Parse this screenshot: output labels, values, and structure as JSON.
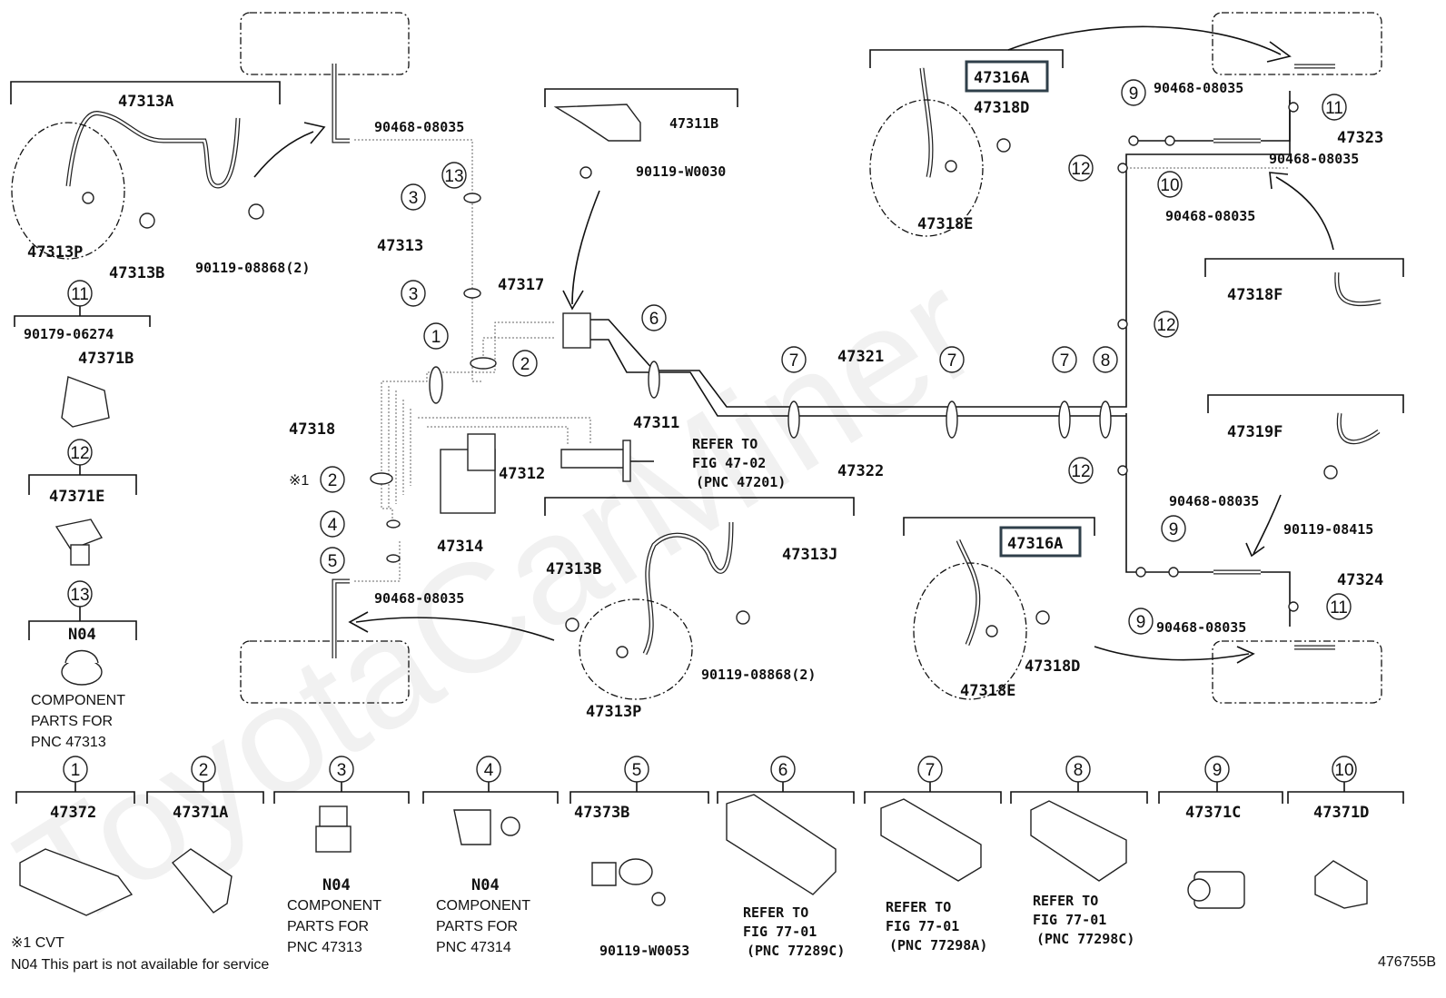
{
  "watermark": "ToyotaCarMiner",
  "figure_code": "476755B",
  "notes": {
    "cvt": "※1 CVT",
    "n04": "N04 This part is not available for service",
    "cvt_marker": "※1"
  },
  "highlight_color": "#2f3f4a",
  "labels": [
    "47313A",
    "47313P",
    "47313B",
    "90119-08868(2)",
    "90468-08035",
    "47313",
    "47317",
    "47311B",
    "90119-W0030",
    "47318",
    "47311",
    "47312",
    "REFER TO",
    "FIG 47-02",
    "(PNC 47201)",
    "47321",
    "47322",
    "47314",
    "90468-08035",
    "47313B",
    "47313J",
    "90119-08868(2)",
    "47313P",
    "47316A",
    "47318D",
    "47318E",
    "90468-08035",
    "47323",
    "90468-08035",
    "90468-08035",
    "47318F",
    "47319F",
    "90119-08415",
    "90468-08035",
    "47324",
    "90468-08035",
    "47316A",
    "47318E",
    "47318D",
    "90179-06274",
    "47371B",
    "47371E",
    "N04",
    "47372",
    "47371A",
    "N04",
    "N04",
    "47373B",
    "90119-W0053",
    "REFER TO",
    "FIG 77-01",
    "(PNC 77289C)",
    "REFER TO",
    "FIG 77-01",
    "(PNC 77298A)",
    "REFER TO",
    "FIG 77-01",
    "(PNC 77298C)",
    "47371C",
    "47371D"
  ],
  "text_notes": [
    "COMPONENT",
    "PARTS FOR",
    "PNC 47313",
    "COMPONENT",
    "PARTS FOR",
    "PNC 47313",
    "COMPONENT",
    "PARTS FOR",
    "PNC 47314"
  ],
  "callouts": [
    "13",
    "3",
    "3",
    "1",
    "2",
    "6",
    "2",
    "4",
    "5",
    "7",
    "7",
    "7",
    "8",
    "9",
    "11",
    "12",
    "10",
    "12",
    "12",
    "9",
    "9",
    "11",
    "11",
    "12",
    "13",
    "1",
    "2",
    "3",
    "4",
    "5",
    "6",
    "7",
    "8",
    "9",
    "10"
  ]
}
